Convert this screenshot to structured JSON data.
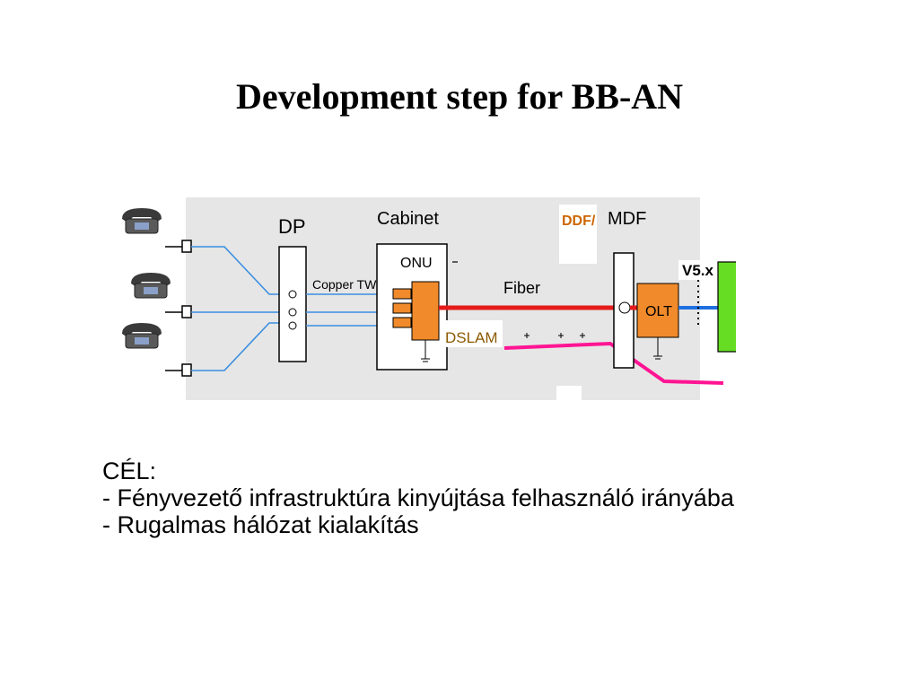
{
  "slide": {
    "title": "Development step for BB-AN"
  },
  "diagram": {
    "labels": {
      "dp": "DP",
      "cabinet": "Cabinet",
      "ddf": "DDF/",
      "mdf": "MDF",
      "onu": "ONU",
      "copper": "Copper TWP",
      "fiber": "Fiber",
      "dslam": "DSLAM",
      "olt": "OLT",
      "v5": "V5.x"
    },
    "colors": {
      "panel": "#e6e6e6",
      "fiber": "#e51a1a",
      "dslam_line": "#ff1493",
      "copper": "#3a8ee0",
      "onu_orange": "#f08a2a",
      "olt_orange": "#f08a2a",
      "switch_green": "#66dd22",
      "v5_blue": "#1e6fe0",
      "ddf_text": "#cc6600",
      "dslam_text": "#8b5a00"
    },
    "icons": [
      "telephone-icon",
      "telephone-icon",
      "telephone-icon",
      "switch-x-icon",
      "ground-icon"
    ]
  },
  "body": {
    "heading": "CÉL:",
    "lines": [
      "- Fényvezető infrastruktúra kinyújtása felhasználó irányába",
      "- Rugalmas hálózat kialakítás"
    ]
  }
}
